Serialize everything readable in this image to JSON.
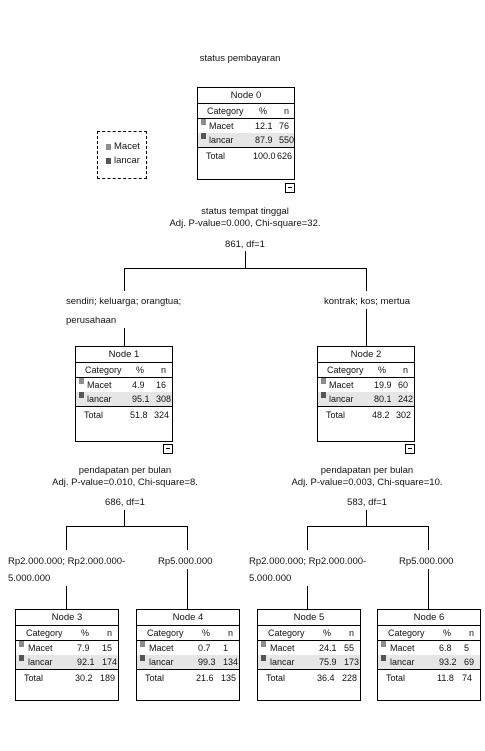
{
  "title": "status pembayaran",
  "legend": {
    "items": [
      {
        "label": "Macet",
        "color": "#8c8c8c"
      },
      {
        "label": "lancar",
        "color": "#555555"
      }
    ]
  },
  "headers": {
    "category": "Category",
    "pct": "%",
    "n": "n",
    "total": "Total"
  },
  "nodes": [
    {
      "label": "Node 0",
      "rows": [
        {
          "cat": "Macet",
          "pct": "12.1",
          "n": "76"
        },
        {
          "cat": "lancar",
          "pct": "87.9",
          "n": "550"
        }
      ],
      "total": {
        "pct": "100.0",
        "n": "626"
      }
    },
    {
      "label": "Node 1",
      "rows": [
        {
          "cat": "Macet",
          "pct": "4.9",
          "n": "16"
        },
        {
          "cat": "lancar",
          "pct": "95.1",
          "n": "308"
        }
      ],
      "total": {
        "pct": "51.8",
        "n": "324"
      }
    },
    {
      "label": "Node 2",
      "rows": [
        {
          "cat": "Macet",
          "pct": "19.9",
          "n": "60"
        },
        {
          "cat": "lancar",
          "pct": "80.1",
          "n": "242"
        }
      ],
      "total": {
        "pct": "48.2",
        "n": "302"
      }
    },
    {
      "label": "Node 3",
      "rows": [
        {
          "cat": "Macet",
          "pct": "7.9",
          "n": "15"
        },
        {
          "cat": "lancar",
          "pct": "92.1",
          "n": "174"
        }
      ],
      "total": {
        "pct": "30.2",
        "n": "189"
      }
    },
    {
      "label": "Node 4",
      "rows": [
        {
          "cat": "Macet",
          "pct": "0.7",
          "n": "1"
        },
        {
          "cat": "lancar",
          "pct": "99.3",
          "n": "134"
        }
      ],
      "total": {
        "pct": "21.6",
        "n": "135"
      }
    },
    {
      "label": "Node 5",
      "rows": [
        {
          "cat": "Macet",
          "pct": "24.1",
          "n": "55"
        },
        {
          "cat": "lancar",
          "pct": "75.9",
          "n": "173"
        }
      ],
      "total": {
        "pct": "36.4",
        "n": "228"
      }
    },
    {
      "label": "Node 6",
      "rows": [
        {
          "cat": "Macet",
          "pct": "6.8",
          "n": "5"
        },
        {
          "cat": "lancar",
          "pct": "93.2",
          "n": "69"
        }
      ],
      "total": {
        "pct": "11.8",
        "n": "74"
      }
    }
  ],
  "splits": [
    {
      "variable": "status tempat tinggal",
      "stats1": "Adj. P-value=0.000, Chi-square=32.",
      "stats2": "861, df=1",
      "left": [
        "sendiri; keluarga; orangtua;",
        "perusahaan"
      ],
      "right": [
        "kontrak; kos; mertua"
      ]
    },
    {
      "variable": "pendapatan per bulan",
      "stats1": "Adj. P-value=0.010, Chi-square=8.",
      "stats2": "686, df=1",
      "left": [
        "Rp2.000.000; Rp2.000.000-",
        "5.000.000"
      ],
      "right": [
        "Rp5.000.000"
      ]
    },
    {
      "variable": "pendapatan per bulan",
      "stats1": "Adj. P-value=0.003, Chi-square=10.",
      "stats2": "583, df=1",
      "left": [
        "Rp2.000.000; Rp2.000.000-",
        "5.000.000"
      ],
      "right": [
        "Rp5.000.000"
      ]
    }
  ]
}
